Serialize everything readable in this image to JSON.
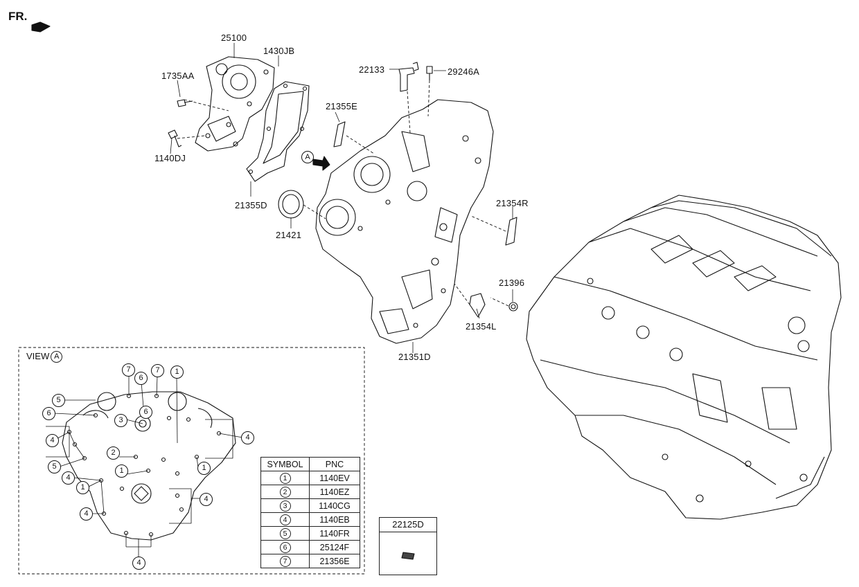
{
  "header": {
    "direction_label": "FR."
  },
  "labels": {
    "p25100": "25100",
    "p1430JB": "1430JB",
    "p1735AA": "1735AA",
    "p1140DJ": "1140DJ",
    "p21355D": "21355D",
    "p21421": "21421",
    "p22133": "22133",
    "p29246A": "29246A",
    "p21355E": "21355E",
    "p21354R": "21354R",
    "p21396": "21396",
    "p21354L": "21354L",
    "p21351D": "21351D"
  },
  "view_marker": "A",
  "view": {
    "title": "VIEW",
    "marker": "A"
  },
  "callouts": [
    "1",
    "2",
    "3",
    "4",
    "5",
    "6",
    "7"
  ],
  "symbol_table": {
    "headers": [
      "SYMBOL",
      "PNC"
    ],
    "rows": [
      {
        "symbol": "1",
        "pnc": "1140EV"
      },
      {
        "symbol": "2",
        "pnc": "1140EZ"
      },
      {
        "symbol": "3",
        "pnc": "1140CG"
      },
      {
        "symbol": "4",
        "pnc": "1140EB"
      },
      {
        "symbol": "5",
        "pnc": "1140FR"
      },
      {
        "symbol": "6",
        "pnc": "25124F"
      },
      {
        "symbol": "7",
        "pnc": "21356E"
      }
    ]
  },
  "part_box": {
    "title": "22125D"
  }
}
